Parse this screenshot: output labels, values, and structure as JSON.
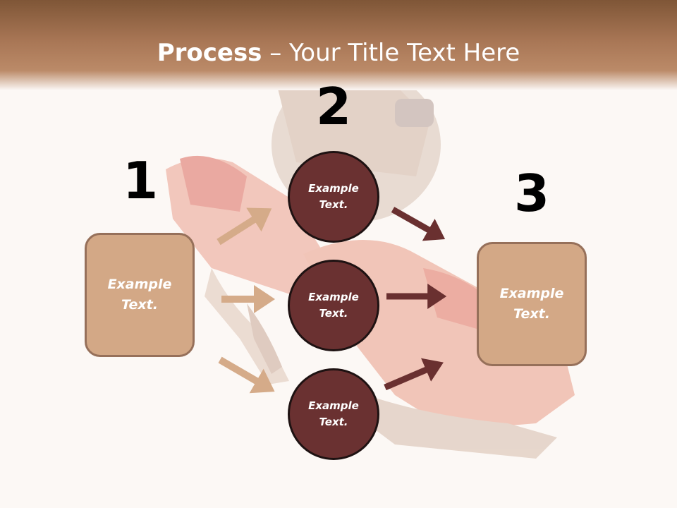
{
  "title": {
    "bold": "Process",
    "rest": " – Your Title Text Here"
  },
  "steps": [
    {
      "number": "1",
      "label": "Example Text."
    },
    {
      "number": "2",
      "labels": [
        "Example Text.",
        "Example Text.",
        "Example Text."
      ]
    },
    {
      "number": "3",
      "label": "Example Text."
    }
  ],
  "colors": {
    "box_fill": "#d3a886",
    "circle_fill": "#6a3131",
    "arrow_light": "#d5ab89",
    "arrow_dark": "#6a3030"
  }
}
